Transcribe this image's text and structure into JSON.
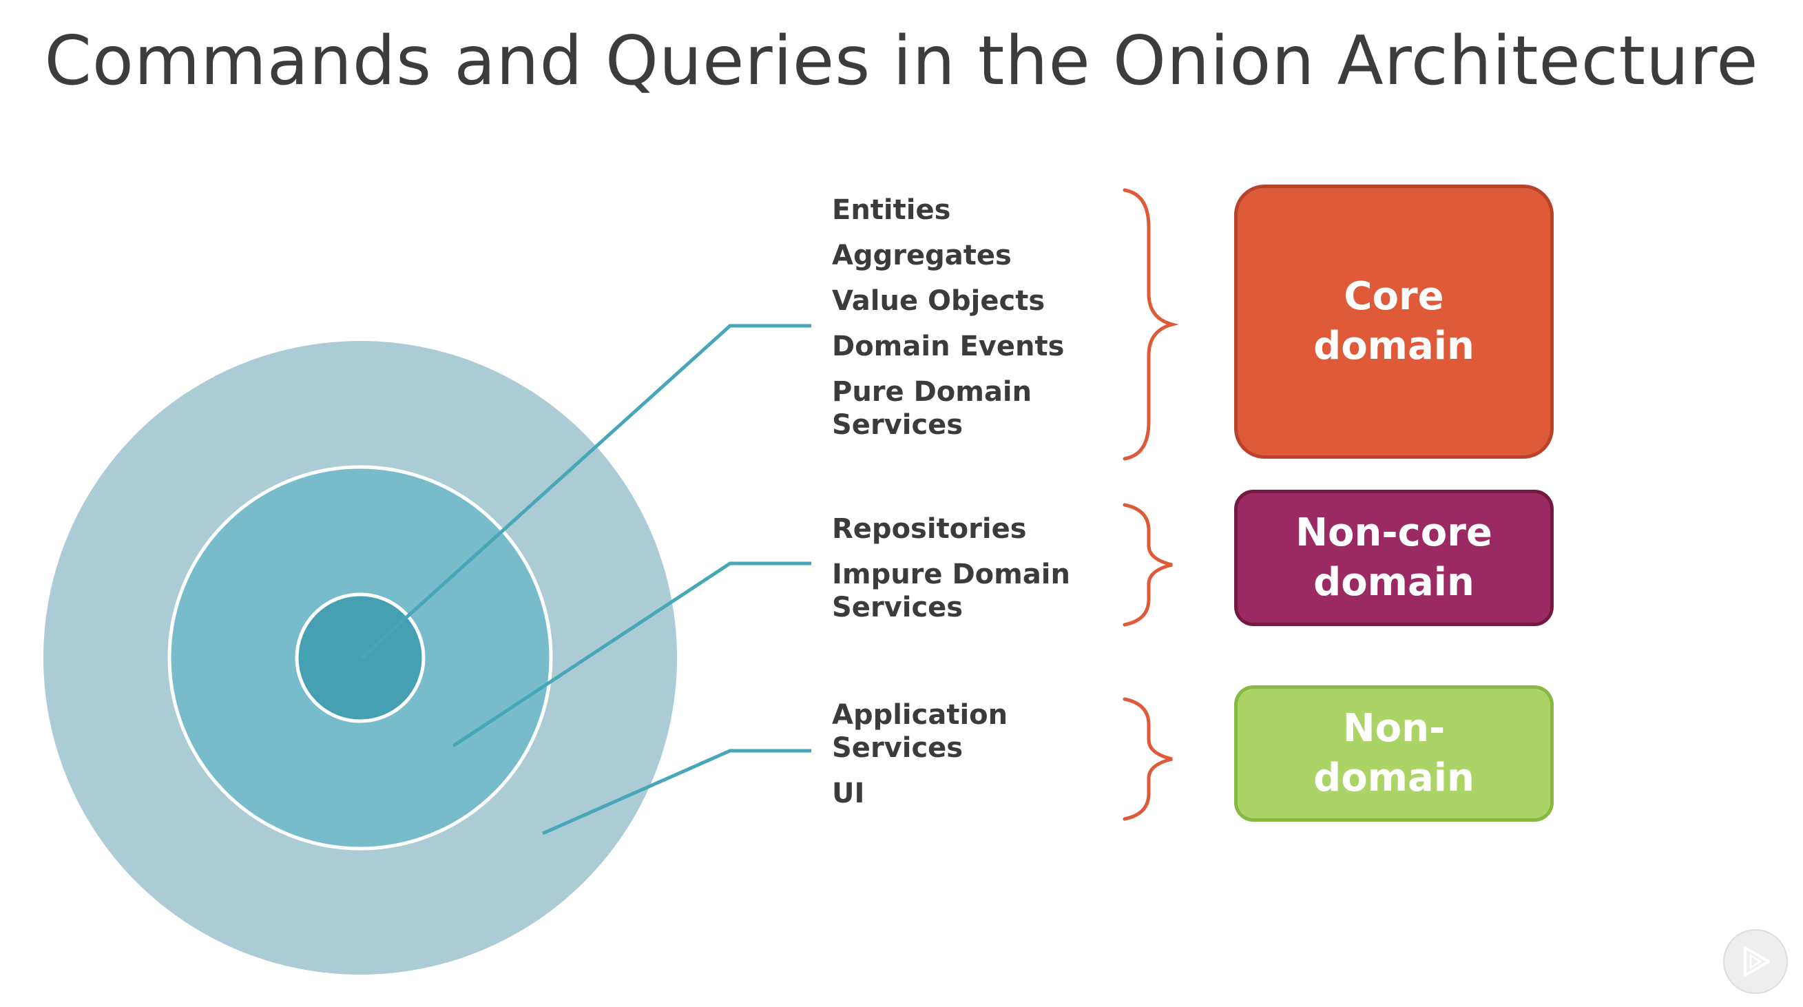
{
  "title": "Commands and Queries in the Onion Architecture",
  "colors": {
    "outer_ring": "#abcbd5",
    "middle_ring": "#78bccc",
    "inner_ring": "#45a1b1",
    "ring_border": "#ffffff",
    "pointer_line": "#47a6b8",
    "brace": "#de5a38",
    "core": "#de5a38",
    "noncore": "#9c2a62",
    "nondomain": "#abd466"
  },
  "groups": [
    {
      "items": [
        "Entities",
        "Aggregates",
        "Value Objects",
        "Domain Events",
        "Pure Domain\nServices"
      ],
      "box_label": "Core\ndomain"
    },
    {
      "items": [
        "Repositories",
        "Impure Domain\nServices"
      ],
      "box_label": "Non-core\ndomain"
    },
    {
      "items": [
        "Application\nServices",
        "UI"
      ],
      "box_label": "Non-\ndomain"
    }
  ],
  "icons": {
    "play": "play-logo-icon"
  }
}
